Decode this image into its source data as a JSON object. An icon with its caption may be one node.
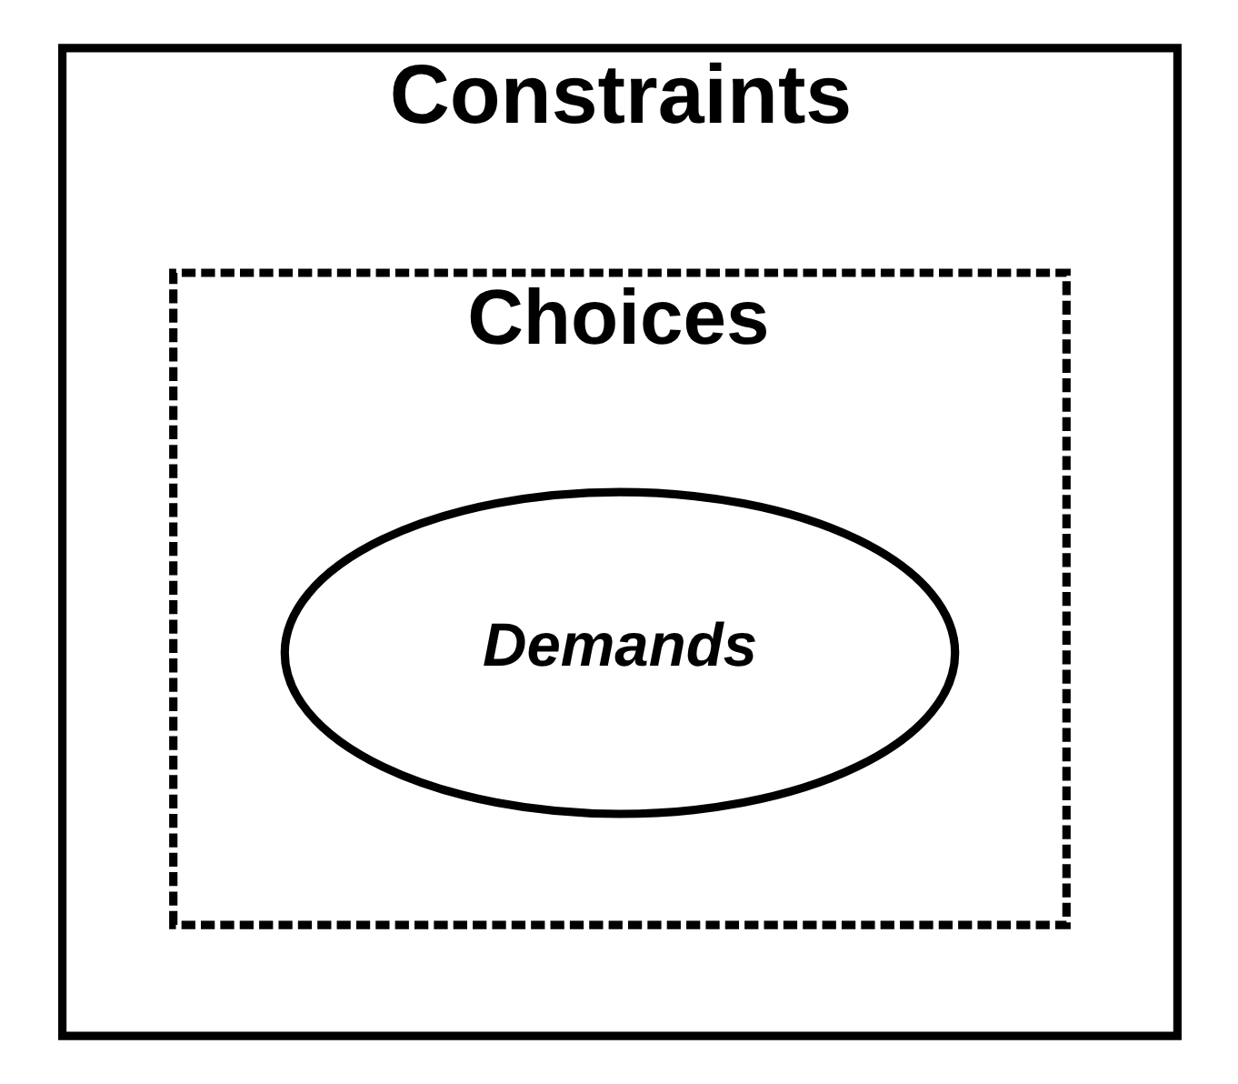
{
  "diagram": {
    "nodes": [
      {
        "text": [
          "Constraints"
        ]
      },
      {
        "text": [
          "Choices"
        ],
        "in": 0
      },
      {
        "text": [
          "Demands"
        ],
        "in": 1
      }
    ]
  }
}
